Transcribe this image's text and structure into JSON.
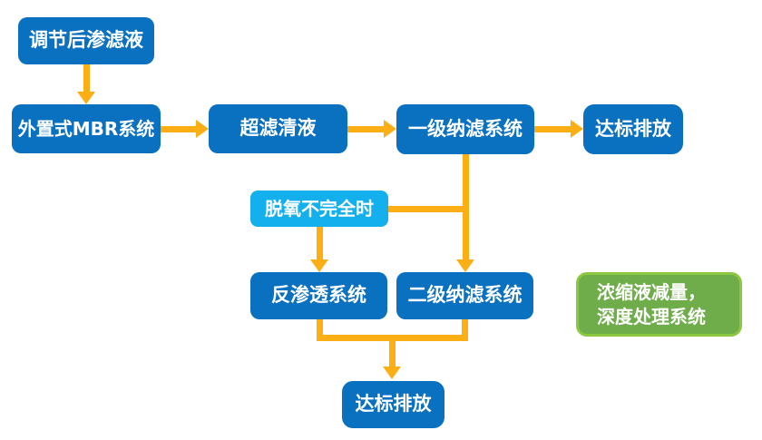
{
  "diagram_type": "flowchart",
  "colors": {
    "node_blue": "#0a70c0",
    "node_light_blue": "#14b0ee",
    "green_fill": "#6fad4b",
    "green_border": "#8dc63f",
    "arrow": "#fbaf15",
    "text": "#ffffff"
  },
  "nodes": {
    "adjusted_leachate": {
      "label": "调节后渗滤液"
    },
    "mbr": {
      "label": "外置式MBR系统"
    },
    "uf_clear_liquid": {
      "label": "超滤清液"
    },
    "nf_stage1": {
      "label": "一级纳滤系统"
    },
    "discharge_top": {
      "label": "达标排放"
    },
    "deoxygen_incomplete": {
      "label": "脱氧不完全时"
    },
    "reverse_osmosis": {
      "label": "反渗透系统"
    },
    "nf_stage2": {
      "label": "二级纳滤系统"
    },
    "concentrate": {
      "label_line1": "浓缩液减量，",
      "label_line2": "深度处理系统"
    },
    "discharge_bottom": {
      "label": "达标排放"
    }
  },
  "edges": [
    "调节后渗滤液 → 外置式MBR系统",
    "外置式MBR系统 → 超滤清液",
    "超滤清液 → 一级纳滤系统",
    "一级纳滤系统 → 达标排放",
    "一级纳滤系统 → 二级纳滤系统",
    "脱氧不完全时 → 一级纳滤系统下行线(汇入)",
    "脱氧不完全时 → 反渗透系统",
    "反渗透系统 → 达标排放(底部)",
    "二级纳滤系统 → 达标排放(底部)"
  ]
}
